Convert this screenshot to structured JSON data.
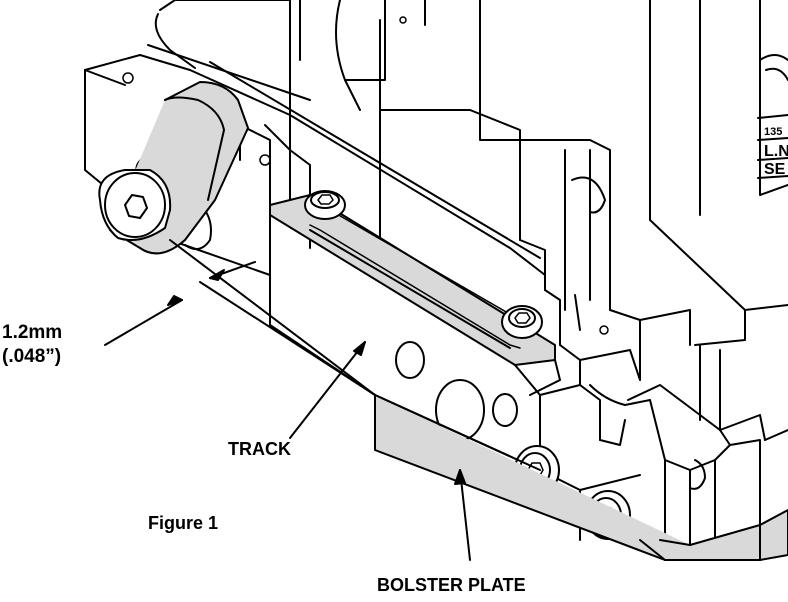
{
  "labels": {
    "gap_mm": "1.2mm",
    "gap_in": "(.048”)",
    "track": "TRACK",
    "figure": "Figure 1",
    "bolster_plate": "BOLSTER PLATE"
  },
  "nameplate": {
    "line1": "135",
    "line2": "L.N",
    "line3": "SE"
  },
  "colors": {
    "line": "#000000",
    "gray_fill": "#d9d9d9",
    "paper": "#ffffff"
  }
}
